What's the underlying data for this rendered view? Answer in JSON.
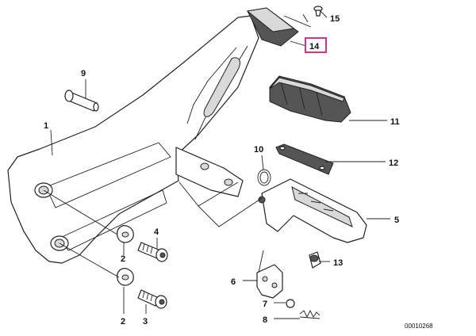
{
  "diagram": {
    "callouts": [
      {
        "id": "1",
        "label": "1"
      },
      {
        "id": "2a",
        "label": "2"
      },
      {
        "id": "2b",
        "label": "2"
      },
      {
        "id": "3",
        "label": "3"
      },
      {
        "id": "4",
        "label": "4"
      },
      {
        "id": "5",
        "label": "5"
      },
      {
        "id": "6",
        "label": "6"
      },
      {
        "id": "7",
        "label": "7"
      },
      {
        "id": "8",
        "label": "8"
      },
      {
        "id": "9",
        "label": "9"
      },
      {
        "id": "10",
        "label": "10"
      },
      {
        "id": "11",
        "label": "11"
      },
      {
        "id": "12",
        "label": "12"
      },
      {
        "id": "13",
        "label": "13"
      },
      {
        "id": "14",
        "label": "14",
        "highlighted": true
      },
      {
        "id": "15",
        "label": "15"
      }
    ],
    "highlight_color": "#d6308a",
    "document_number": "00010268"
  }
}
